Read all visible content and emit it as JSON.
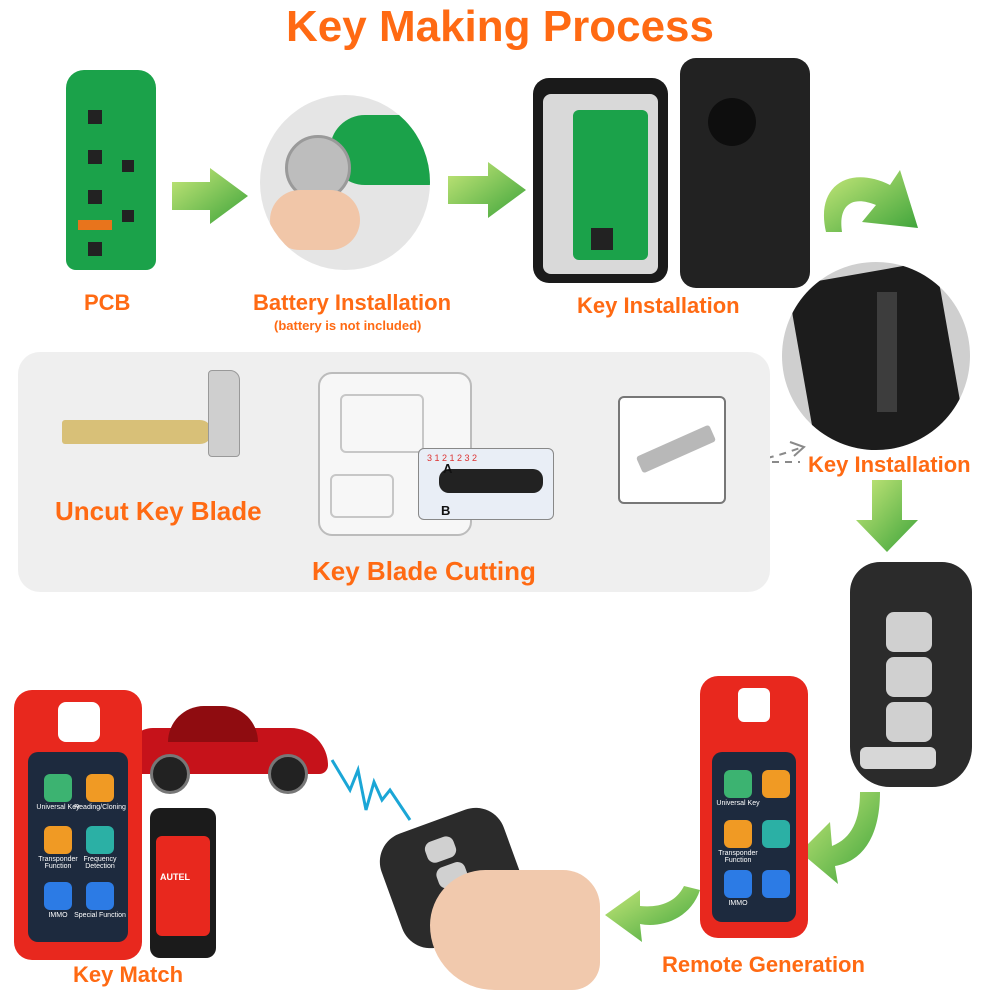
{
  "title": "Key Making Process",
  "steps": {
    "pcb": "PCB",
    "battery": "Battery Installation",
    "battery_note": "(battery is not included)",
    "key_install_top": "Key Installation",
    "key_install_right": "Key Installation",
    "uncut": "Uncut Key Blade",
    "cutting": "Key Blade Cutting",
    "key_match": "Key Match",
    "remote_gen": "Remote Generation"
  },
  "cutting_chart": {
    "row_a": "A",
    "row_b": "B",
    "ticks": "3 1 2 1 2 3 2"
  },
  "device_apps": [
    {
      "label": "Universal Key"
    },
    {
      "label": "Reading/Cloning"
    },
    {
      "label": "Transponder Function"
    },
    {
      "label": "Frequency Detection"
    },
    {
      "label": "IMMO"
    },
    {
      "label": "Special Function"
    }
  ],
  "obd_brand": "AUTEL",
  "colors": {
    "accent": "#ff6a13",
    "arrow": "#7ac943",
    "device": "#e8281e"
  }
}
